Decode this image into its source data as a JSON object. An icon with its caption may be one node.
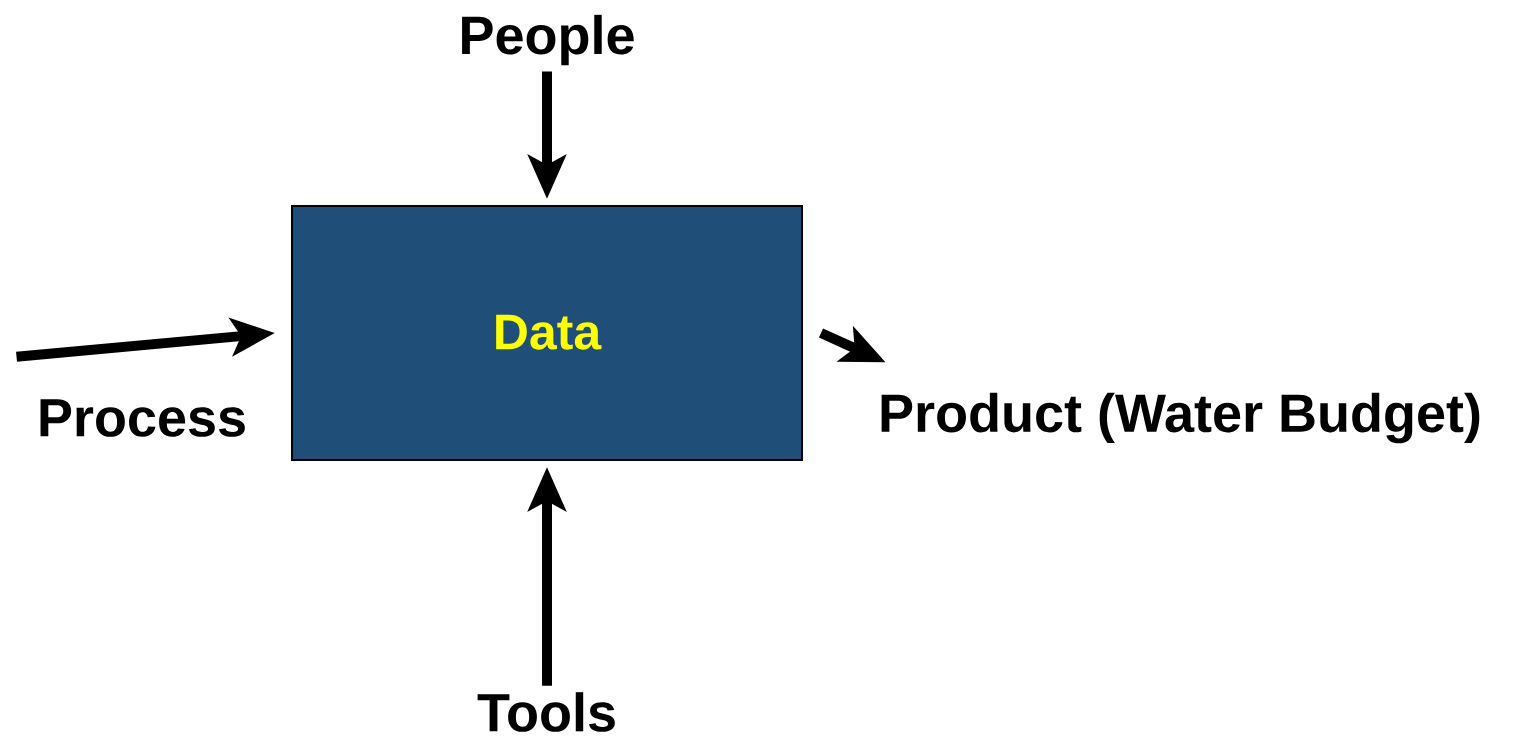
{
  "diagram": {
    "nodes": [
      {
        "text": [
          "Data"
        ]
      },
      {
        "text": [
          "People"
        ]
      },
      {
        "text": [
          "Process"
        ]
      },
      {
        "text": [
          "Product (Water Budget)"
        ]
      },
      {
        "text": [
          "Tools"
        ]
      }
    ],
    "edges": [
      {
        "from": 1,
        "to": 0,
        "arrow": "to"
      },
      {
        "from": 2,
        "to": 0,
        "arrow": "to"
      },
      {
        "from": 0,
        "to": 3,
        "arrow": "to"
      },
      {
        "from": 4,
        "to": 0,
        "arrow": "to"
      }
    ]
  }
}
